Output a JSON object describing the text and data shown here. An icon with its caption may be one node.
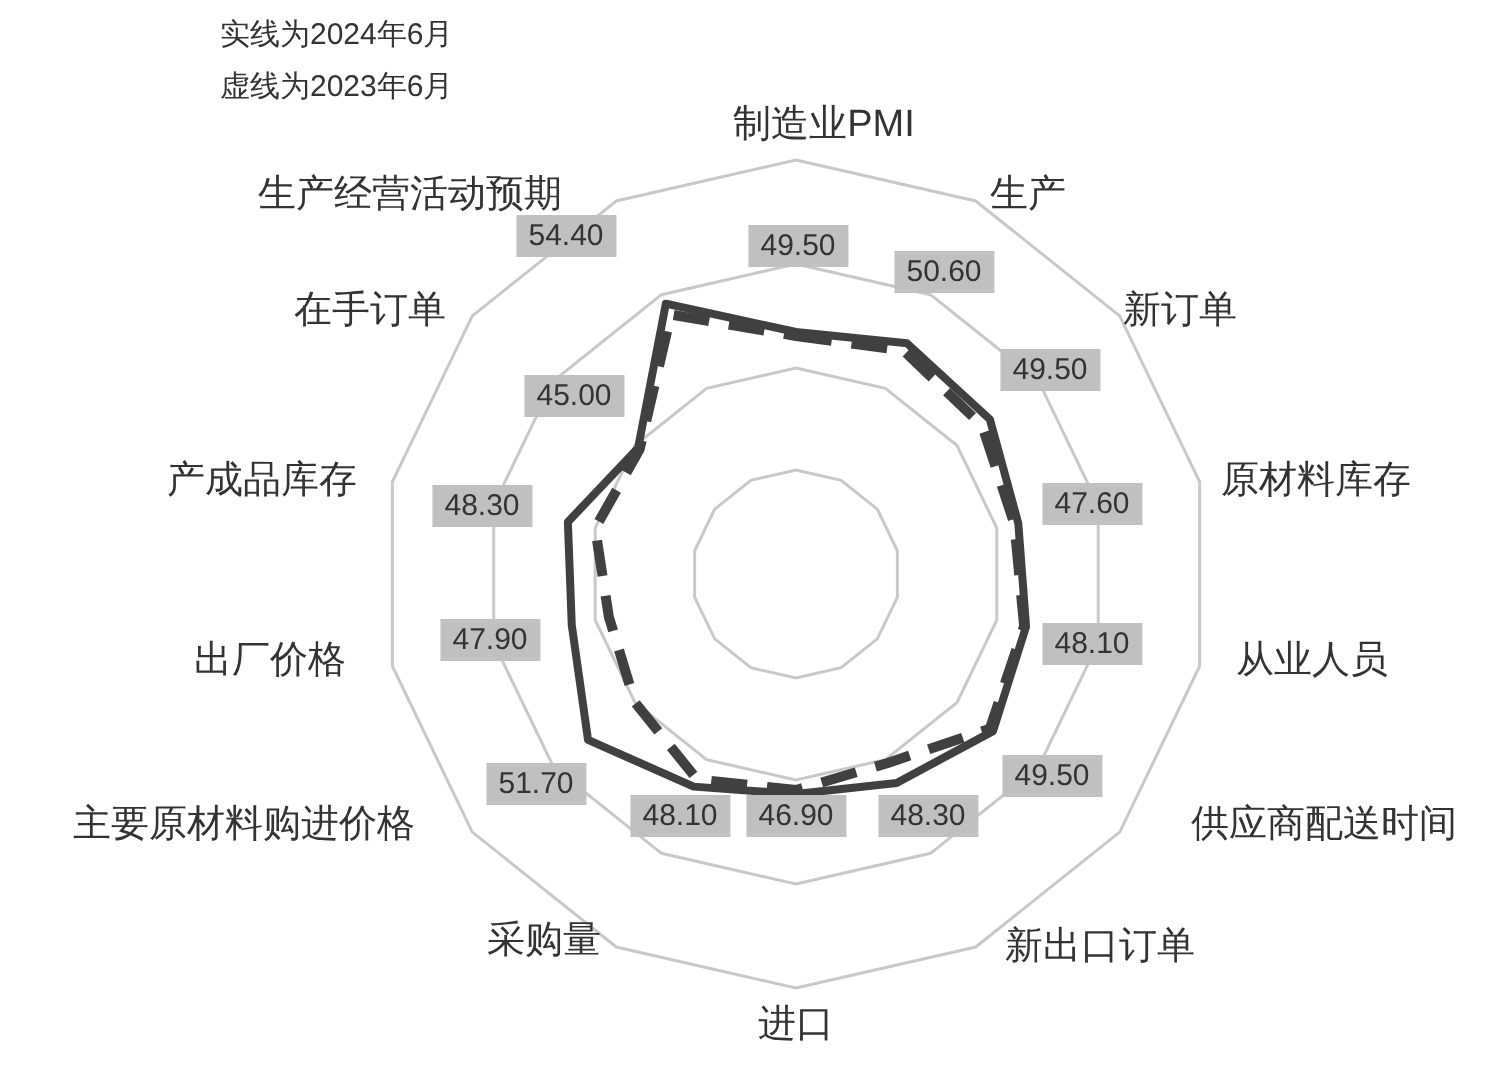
{
  "diagram": {
    "labels": [
      "实线为2024年6月",
      "虚线为2023年6月",
      "制造业PMI",
      "生产",
      "新订单",
      "原材料库存",
      "从业人员",
      "供应商配送时间",
      "新出口订单",
      "进口",
      "采购量",
      "主要原材料购进价格",
      "出厂价格",
      "产成品库存",
      "在手订单",
      "生产经营活动预期",
      "49.50",
      "50.60",
      "49.50",
      "47.60",
      "48.10",
      "49.50",
      "48.30",
      "46.90",
      "48.10",
      "51.70",
      "47.90",
      "48.30",
      "45.00",
      "54.40"
    ]
  }
}
